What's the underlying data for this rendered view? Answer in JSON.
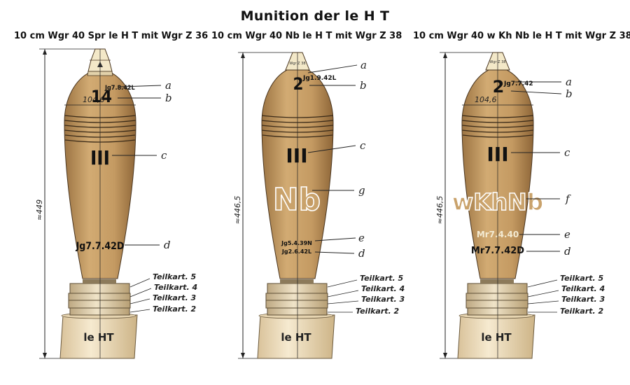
{
  "title": "Munition der le H T",
  "shells": [
    {
      "heading": "10 cm Wgr 40 Spr le H T mit Wgr Z 36",
      "length": "≈449",
      "diameter": "104,6",
      "markings": {
        "number": "14",
        "code_top": "Jg7.8.42L",
        "roman": "III",
        "bottom": "Jg7.7.42D"
      },
      "labels": [
        "a",
        "b",
        "c",
        "d"
      ],
      "parts": [
        "Teilkart. 5",
        "Teilkart. 4",
        "Teilkart. 3",
        "Teilkart. 2"
      ],
      "base": "le HT"
    },
    {
      "heading": "10 cm Wgr 40 Nb le H T mit Wgr Z 38",
      "length": "≈446,5",
      "fuze_text": "Wgr Z 38",
      "markings": {
        "number": "2",
        "code_top": "Jg1.9.42L",
        "roman": "III",
        "agent": "Nb",
        "line_e": "Jg5.4.39N",
        "line_d": "Jg2.6.42L"
      },
      "labels": [
        "a",
        "b",
        "c",
        "g",
        "e",
        "d"
      ],
      "parts": [
        "Teilkart. 5",
        "Teilkart. 4",
        "Teilkart. 3",
        "Teilkart. 2"
      ],
      "base": "le HT"
    },
    {
      "heading": "10 cm Wgr 40 w Kh Nb le H T mit Wgr Z 38",
      "length": "≈446,5",
      "diameter": "104,6",
      "fuze_text": "Wgr Z 38",
      "markings": {
        "number": "2",
        "code_top": "Jg7.7.42",
        "roman": "III",
        "agent": "wKhNb",
        "line_e": "Mr7.4.40",
        "line_d": "Mr7.7.42D"
      },
      "labels": [
        "a",
        "b",
        "c",
        "f",
        "e",
        "d"
      ],
      "parts": [
        "Teilkart. 5",
        "Teilkart. 4",
        "Teilkart. 3",
        "Teilkart. 2"
      ],
      "base": "le HT"
    }
  ],
  "colors": {
    "body": "#c9a26b",
    "nose": "#f2e6c4",
    "cartridge": "#e9ddc3",
    "base": "#f0e2c6",
    "band": "#3a2a18"
  }
}
